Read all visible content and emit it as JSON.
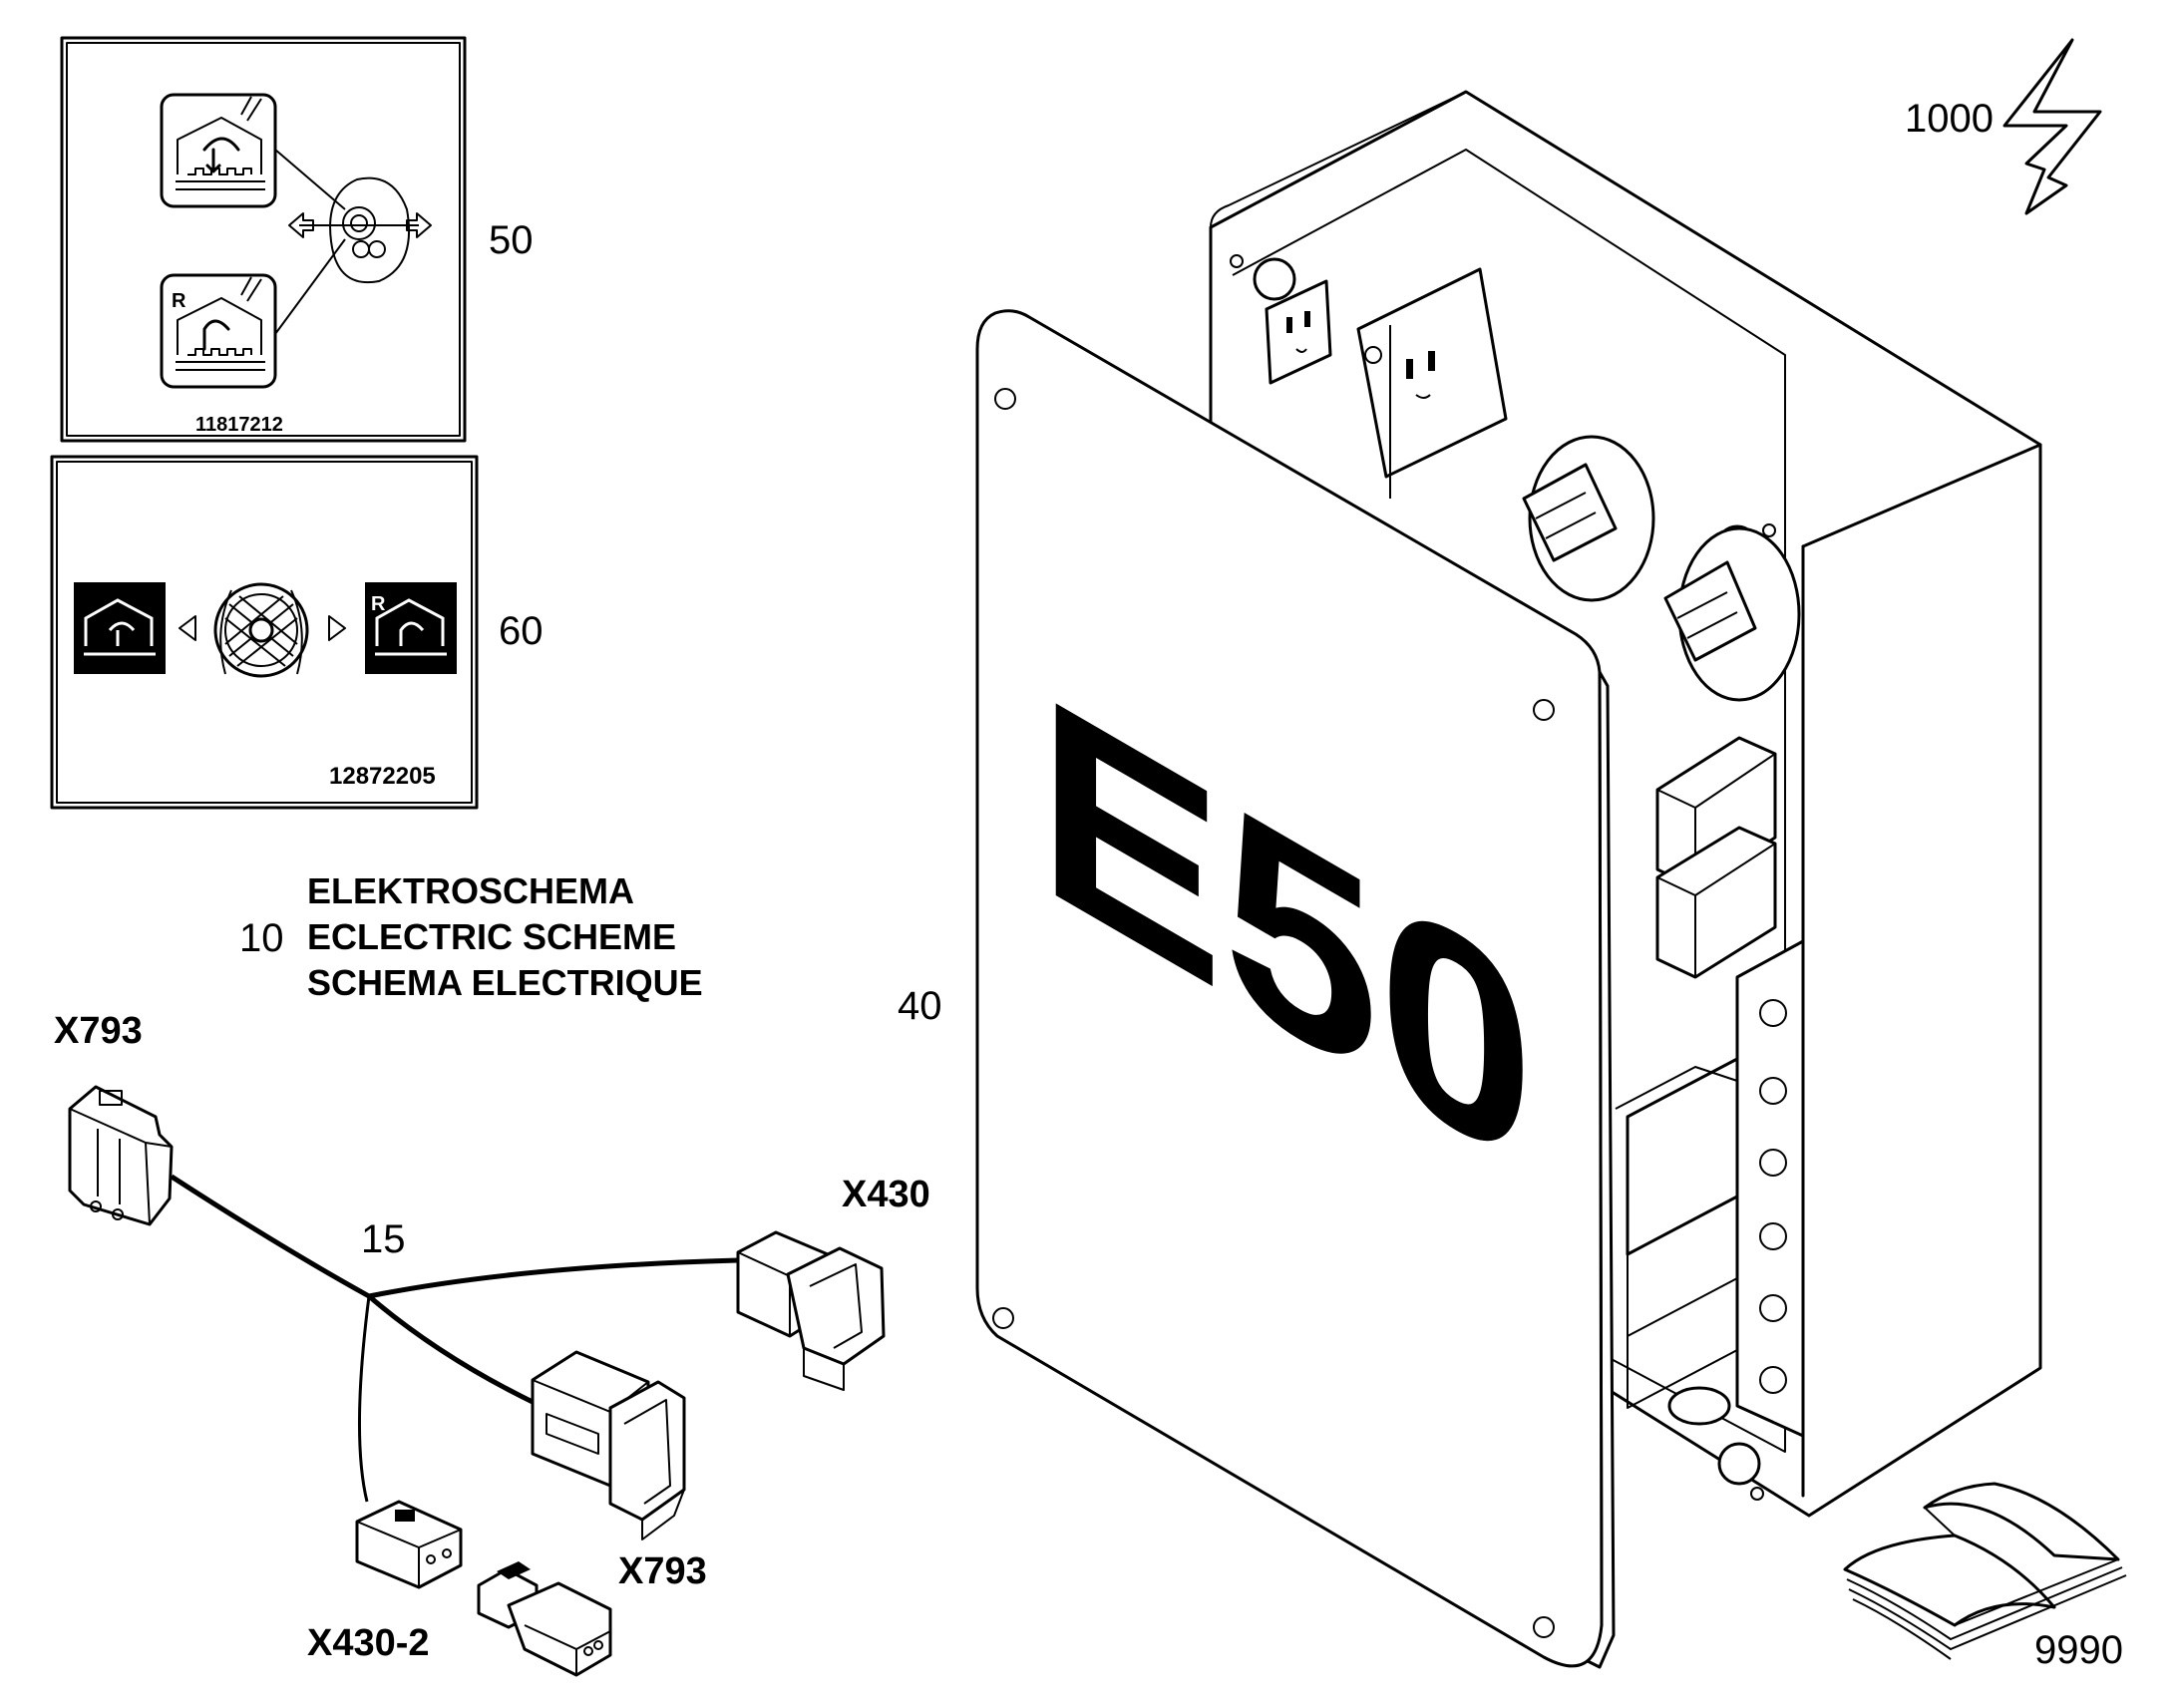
{
  "callouts": {
    "item_50": "50",
    "item_60": "60",
    "item_10": "10",
    "item_40": "40",
    "item_15": "15",
    "item_1000": "1000",
    "item_9990": "9990"
  },
  "decals": {
    "decal_50_partno": "11817212",
    "decal_60_partno": "12872205",
    "reverse_letter": "R"
  },
  "scheme_titles": [
    "ELEKTROSCHEMA",
    "ECLECTRIC SCHEME",
    "SCHEMA ELECTRIQUE"
  ],
  "connectors": {
    "x793_top": "X793",
    "x430": "X430",
    "x793_bottom": "X793",
    "x430_2": "X430-2"
  },
  "box_label": "E50",
  "icons": [
    "lightning-bolt-icon",
    "manual-book-icon",
    "joystick-icon",
    "knob-icon"
  ]
}
